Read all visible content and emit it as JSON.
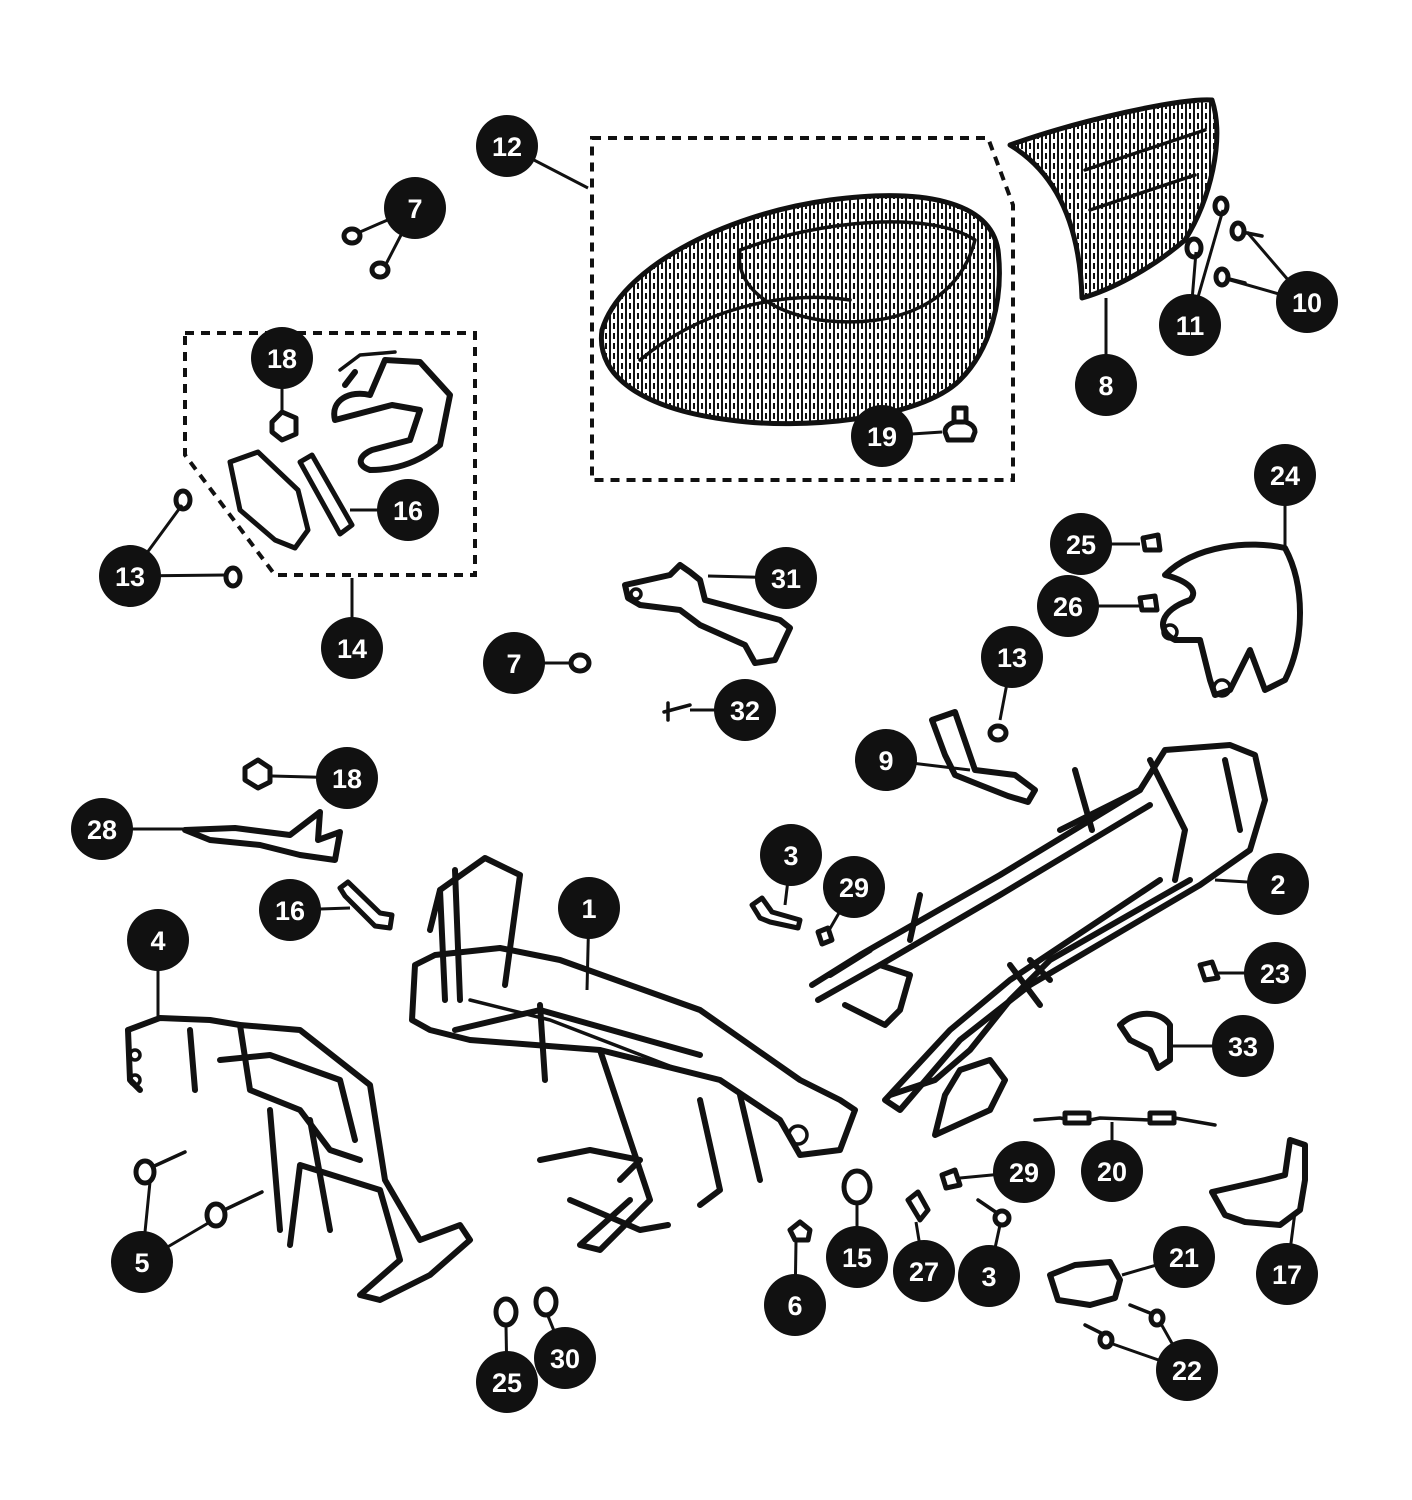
{
  "callouts": [
    "1",
    "2",
    "3",
    "3",
    "4",
    "5",
    "6",
    "7",
    "7",
    "8",
    "9",
    "10",
    "11",
    "12",
    "13",
    "13",
    "14",
    "15",
    "16",
    "16",
    "17",
    "18",
    "18",
    "19",
    "20",
    "21",
    "22",
    "23",
    "24",
    "25",
    "25",
    "26",
    "27",
    "28",
    "29",
    "29",
    "30",
    "31",
    "32",
    "33"
  ],
  "colors": {
    "ink": "#111111",
    "paper": "#ffffff"
  }
}
